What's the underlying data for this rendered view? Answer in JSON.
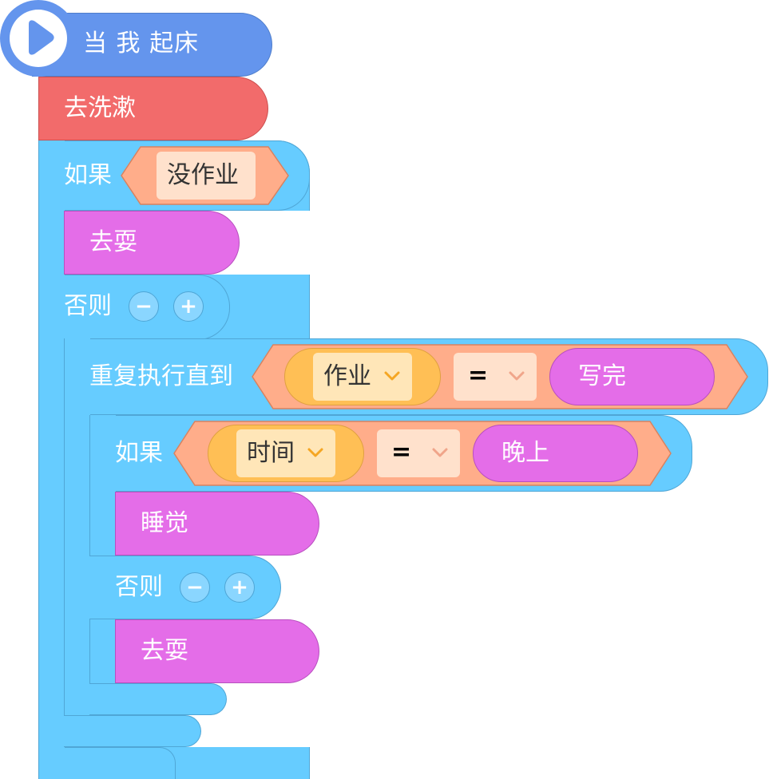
{
  "hat": {
    "label": "当 我 起床"
  },
  "blocks": {
    "wash": "去洗漱",
    "if_outer": "如果",
    "cond_no_homework": "没作业",
    "play_1": "去耍",
    "else_outer": "否则",
    "repeat_until": "重复执行直到",
    "homework_var": "作业",
    "equals_1": "=",
    "done_value": "写完",
    "if_inner": "如果",
    "time_var": "时间",
    "equals_2": "=",
    "evening_value": "晚上",
    "sleep": "睡觉",
    "else_inner": "否则",
    "play_2": "去耍"
  },
  "buttons": {
    "minus": "−",
    "plus": "+"
  },
  "colors": {
    "hat": "#6495ED",
    "action_red": "#F26B6B",
    "control_cyan": "#66CCFF",
    "operator_salmon": "#FFAD8A",
    "variable_orange": "#FFBF55",
    "text_magenta": "#E46DE8"
  }
}
